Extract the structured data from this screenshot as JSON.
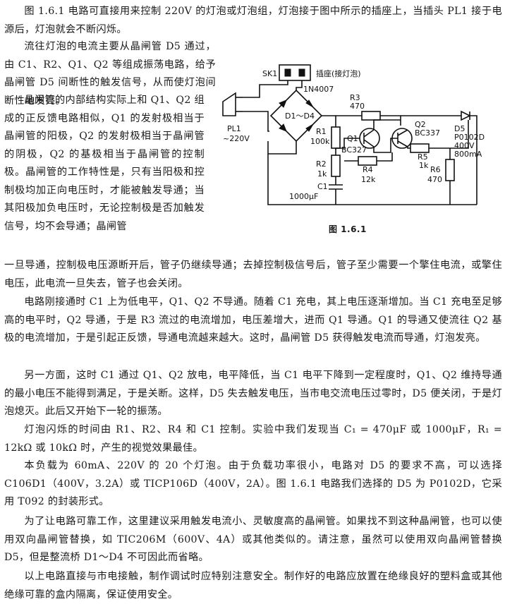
{
  "paragraphs": {
    "p1": "图 1.6.1 电路可直接用来控制 220V 的灯泡或灯泡组，灯泡接于图中所示的插座上，当插头 PL1 接于电源后，灯泡就会不断闪烁。",
    "p2": "流往灯泡的电流主要从晶闸管 D5 通过，由 C1、R2、Q1、Q2 等组成振荡电路，给予晶闸管 D5 间断性的触发信号，从而使灯泡间断性地发亮。",
    "p3": "晶闸管的内部结构实际上和 Q1、Q2 组成的正反馈电路相似，Q1 的发射极相当于晶闸管的阳极，Q2 的发射极相当于晶闸管的阴极，Q2 的基极相当于晶闸管的控制极。晶闸管的工作特性是，只有当阳极和控制极均加正向电压时，才能被触发导通；当其阳极加负电压时，无论控制极是否加触发信号，均不会导通；晶闸管",
    "p3_cont": "一旦导通，控制极电压源断开后，管子仍继续导通；去掉控制极信号后，管子至少需要一个擎住电流，或擎住电压，此电流一旦失去，管子也会关闭。",
    "p4": "电路刚接通时 C1 上为低电平，Q1、Q2 不导通。随着 C1 充电，其上电压逐渐增加。当 C1 充电至足够高的电平时，Q2 导通，于是 R3 流过的电流增加，电压差增大，进而 Q1 导通。Q1 的导通又使流往 Q2 基极的电流增加，于是引起正反馈，导通电流越来越大。这时，晶闸管 D5 获得触发电流而导通，灯泡发亮。",
    "p5": "另一方面，这时 C1 通过 Q1、Q2 放电，电平降低，当 C1 电平下降到一定程度时，Q1、Q2 维持导通的最小电压不能得到满足，于是关断。这样，D5 失去触发电压，当市电交流电压过零时，D5 便关闭，于是灯泡熄灭。此后又开始下一轮的振荡。",
    "p6": "灯泡闪烁的时间由 R1、R2、R4 和 C1 控制。实验中我们发现当 C₁ = 470μF 或 1000μF，R₁ = 12kΩ 或 10kΩ 时，产生的视觉效果最佳。",
    "p7": "本负载为 60mA、220V 的 20 个灯泡。由于负载功率很小，电路对 D5 的要求不高，可以选择 C106D1（400V，3.2A）或 TICP106D（400V，2A）。图 1.6.1 电路我们选择的 D5 为 P0102D，它采用 T092 的封装形式。",
    "p8": "为了让电路可靠工作，这里建议采用触发电流小、灵敏度高的晶闸管。如果找不到这种晶闸管，也可以使用双向晶闸管替换，如 TIC206M（600V、4A）或其他类似的。请注意，虽然可以使用双向晶闸管替换 D5，但是整流桥 D1～D4 不可因此而省略。",
    "p9": "以上电路直接与市电接触，制作调试时应特别注意安全。制作好的电路应放置在绝缘良好的塑料盒或其他绝缘可靠的盒内隔离，保证使用安全。"
  },
  "figure": {
    "caption": "图 1.6.1",
    "labels": {
      "sk1": "SK1",
      "socket": "插座(接灯泡)",
      "bridge_diode": "1N4007",
      "pl1": "PL1",
      "mains": "~220V",
      "bridge": "D1～D4",
      "r3": "R3",
      "r3_val": "470",
      "q2": "Q2",
      "q2_type": "BC337",
      "q1": "Q1",
      "q1_type": "BC327",
      "r1": "R1",
      "r1_val": "100k",
      "r2": "R2",
      "r2_val": "1k",
      "r4": "R4",
      "r4_val": "12k",
      "r5": "R5",
      "r5_val": "1k",
      "r6": "R6",
      "r6_val": "470",
      "c1": "C1",
      "c1_val": "1000μF",
      "d5": "D5",
      "d5_type": "P0102D",
      "d5_v": "400V",
      "d5_i": "800mA"
    }
  }
}
